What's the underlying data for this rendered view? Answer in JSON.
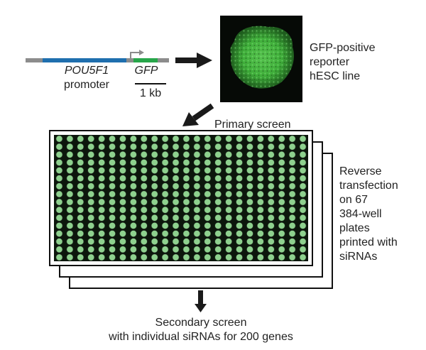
{
  "construct": {
    "gene_label": "POU5F1",
    "gene_suffix": "promoter",
    "reporter_label": "GFP",
    "scale_label": "1 kb",
    "colors": {
      "backbone": "#8c8c8c",
      "promoter": "#1f6fae",
      "gfp": "#27a64a",
      "arrow": "#8c8c8c"
    }
  },
  "cell_image": {
    "label_lines": [
      "GFP-positive",
      "reporter",
      "hESC line"
    ],
    "colors": {
      "background": "#060a06",
      "colony": "#3fae3a"
    }
  },
  "primary_screen": {
    "label": "Primary screen"
  },
  "plates": {
    "rows": 16,
    "columns": 24,
    "stack_count": 3,
    "colors": {
      "well_fill": "#8ed18e",
      "plate_fill": "#0c160c",
      "outline": "#111111"
    }
  },
  "transfection": {
    "label_lines": [
      "Reverse",
      "transfection",
      "on 67",
      "384-well",
      "plates",
      "printed with",
      "siRNAs"
    ]
  },
  "secondary_screen": {
    "label_lines": [
      "Secondary screen",
      "with individual siRNAs for 200 genes"
    ]
  }
}
